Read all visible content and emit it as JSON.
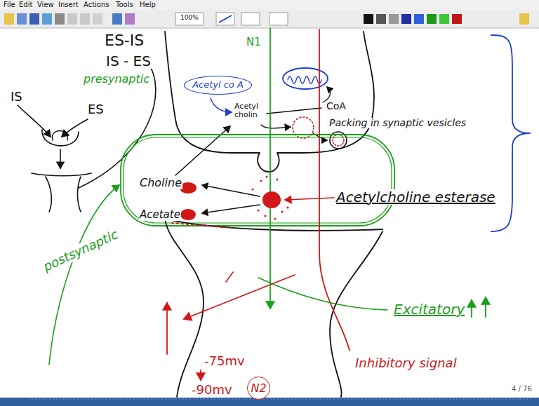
{
  "diagram": {
    "nodes": [
      {
        "text": [
          "Acetyl co A"
        ]
      },
      {
        "text": [
          "N2"
        ]
      }
    ],
    "labels": [
      "File",
      "Edit",
      "View",
      "Insert",
      "Actions",
      "Tools",
      "Help",
      "100%",
      "ES-IS",
      "IS - ES",
      "presynaptic",
      "IS",
      "ES",
      "postsynaptic",
      "N1",
      "Acetyl cholin",
      "CoA",
      "Packing in synaptic vesicles",
      "Choline",
      "Acetate",
      "Acetylcholine esterase",
      "Excitatory",
      "-75mv",
      "-90mv",
      "Inhibitory signal",
      "4 / 76"
    ]
  }
}
